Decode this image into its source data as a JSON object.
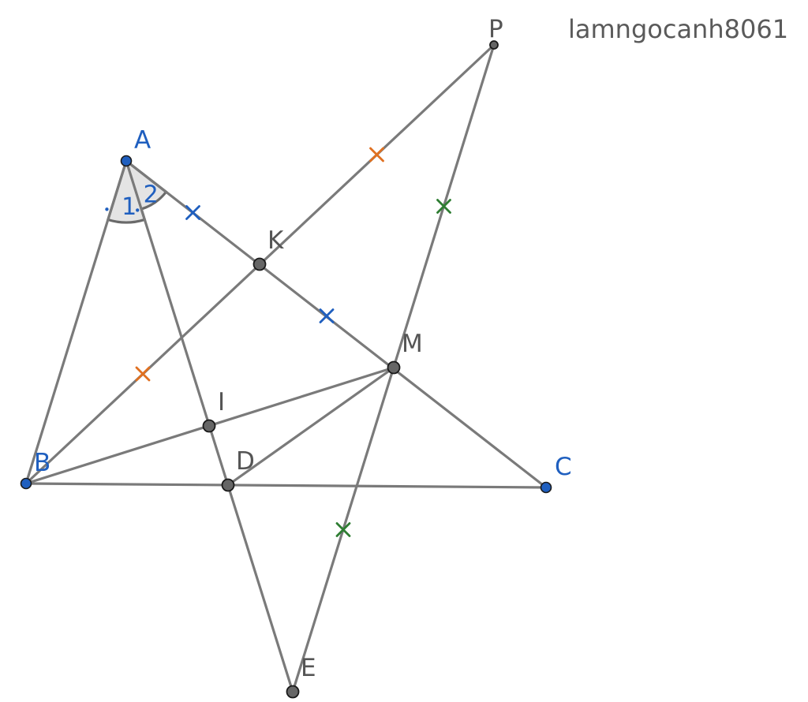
{
  "watermark": "lamngocanh8061",
  "colors": {
    "line": "#7a7a7a",
    "free_point": "#1f5fbf",
    "dependent_point": "#666666",
    "label_blue": "#1f5fbf",
    "label_gray": "#555555",
    "tick_orange": "#e07020",
    "tick_blue": "#1f5fbf",
    "tick_green": "#2e7d32"
  },
  "points": [
    {
      "id": "A",
      "label": "A",
      "kind": "free"
    },
    {
      "id": "B",
      "label": "B",
      "kind": "free"
    },
    {
      "id": "C",
      "label": "C",
      "kind": "free"
    },
    {
      "id": "P",
      "label": "P",
      "kind": "dependent"
    },
    {
      "id": "K",
      "label": "K",
      "kind": "dependent"
    },
    {
      "id": "M",
      "label": "M",
      "kind": "dependent"
    },
    {
      "id": "I",
      "label": "I",
      "kind": "dependent"
    },
    {
      "id": "D",
      "label": "D",
      "kind": "dependent"
    },
    {
      "id": "E",
      "label": "E",
      "kind": "dependent"
    }
  ],
  "segments": [
    [
      "A",
      "B"
    ],
    [
      "A",
      "C"
    ],
    [
      "B",
      "C"
    ],
    [
      "A",
      "E"
    ],
    [
      "B",
      "P"
    ],
    [
      "P",
      "E"
    ],
    [
      "B",
      "M"
    ],
    [
      "D",
      "M"
    ]
  ],
  "angle_marks": {
    "at": "A",
    "parts": [
      "1",
      "2"
    ]
  },
  "equal_marks": [
    {
      "segments": [
        [
          "B",
          "K"
        ],
        [
          "K",
          "P"
        ]
      ],
      "color": "tick_orange"
    },
    {
      "segments": [
        [
          "A",
          "K"
        ],
        [
          "K",
          "M"
        ]
      ],
      "color": "tick_blue"
    },
    {
      "segments": [
        [
          "P",
          "M"
        ],
        [
          "M",
          "E"
        ]
      ],
      "color": "tick_green"
    }
  ]
}
